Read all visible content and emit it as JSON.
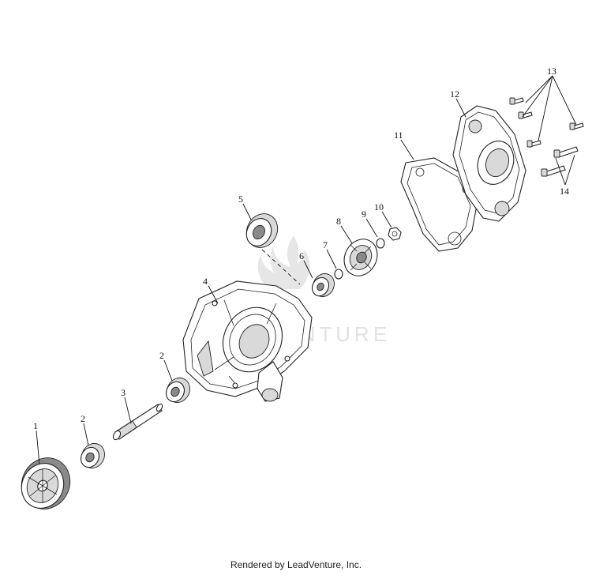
{
  "watermark": {
    "text": "LEADVENTURE"
  },
  "callouts": {
    "c1": "1",
    "c2a": "2",
    "c2b": "2",
    "c3": "3",
    "c4": "4",
    "c5": "5",
    "c6": "6",
    "c7": "7",
    "c8": "8",
    "c9": "9",
    "c10": "10",
    "c11": "11",
    "c12": "12",
    "c13": "13",
    "c14": "14"
  },
  "footer": {
    "text": "Rendered by LeadVenture, Inc."
  }
}
